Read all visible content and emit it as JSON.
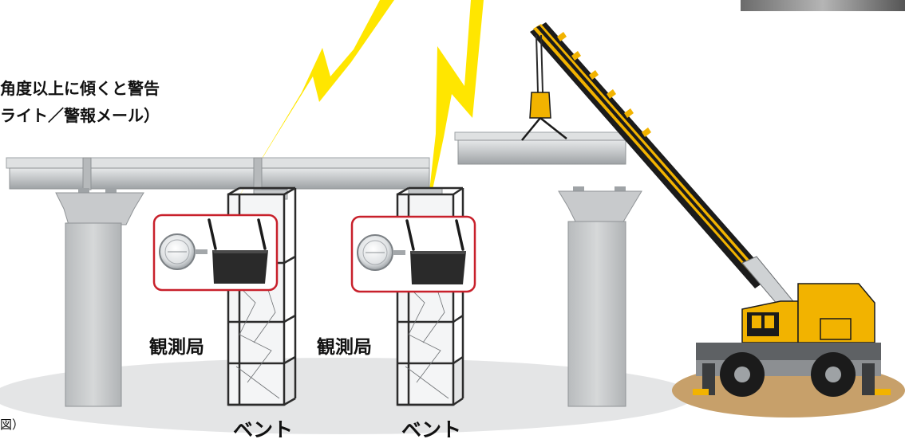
{
  "warning": {
    "line1": "角度以上に傾くと警告",
    "line2": "ライト／警報メール）"
  },
  "stations": [
    {
      "label": "観測局"
    },
    {
      "label": "観測局"
    }
  ],
  "vents": [
    {
      "label": "ベント"
    },
    {
      "label": "ベント"
    }
  ],
  "caption_fragment": "図）",
  "colors": {
    "lightning": "#FFE600",
    "girder": "#c9cccd",
    "pier": "#c7c9ca",
    "ground": "#e3e4e5",
    "sensor_frame": "#c8202b",
    "crane_body": "#f2b300",
    "crane_boom_dark": "#1a1a1a",
    "dirt": "#c7a06a"
  },
  "icons": [
    "lightning-bolt",
    "tilt-sensor",
    "wireless-router",
    "crane",
    "bridge-girder",
    "bridge-pier",
    "scaffold-tower"
  ]
}
